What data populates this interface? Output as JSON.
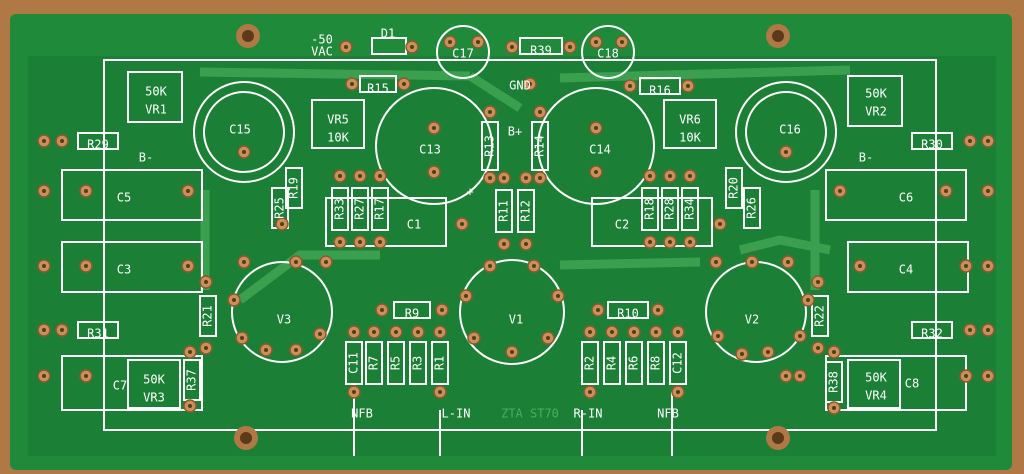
{
  "board": {
    "colors": {
      "substrate": "#b07845",
      "mask": "#1f8a3a",
      "mask_dark": "#17702e",
      "trace": "#3aa04f",
      "silkscreen": "#ffffff",
      "copper": "#c9915a"
    },
    "top_labels": {
      "vac_minus": "-50",
      "vac": "VAC",
      "d1": "D1",
      "c17": "C17",
      "r39": "R39",
      "c18": "C18",
      "gnd": "GND",
      "bplus": "B+"
    },
    "components": {
      "vr1_value": "50K",
      "vr1": "VR1",
      "vr2_value": "50K",
      "vr2": "VR2",
      "vr3_value": "50K",
      "vr3": "VR3",
      "vr4_value": "50K",
      "vr4": "VR4",
      "vr5": "VR5",
      "vr5_value": "10K",
      "vr6": "VR6",
      "vr6_value": "10K",
      "c15": "C15",
      "c16": "C16",
      "c13": "C13",
      "c14": "C14",
      "c1": "C1",
      "c2": "C2",
      "c3": "C3",
      "c4": "C4",
      "c5": "C5",
      "c6": "C6",
      "c7": "C7",
      "c8": "C8",
      "c11": "C11",
      "c12": "C12",
      "r15": "R15",
      "r16": "R16",
      "r29": "R29",
      "r30": "R30",
      "r31": "R31",
      "r32": "R32",
      "r13": "R13",
      "r14": "R14",
      "r19": "R19",
      "r20": "R20",
      "r25": "R25",
      "r26": "R26",
      "r33": "R33",
      "r27": "R27",
      "r17": "R17",
      "r18": "R18",
      "r28": "R28",
      "r34": "R34",
      "r11": "R11",
      "r12": "R12",
      "r21": "R21",
      "r22": "R22",
      "r37": "R37",
      "r38": "R38",
      "r9": "R9",
      "r10": "R10",
      "r7": "R7",
      "r5": "R5",
      "r3": "R3",
      "r1": "R1",
      "r2": "R2",
      "r4": "R4",
      "r6": "R6",
      "r8": "R8",
      "v1": "V1",
      "v2": "V2",
      "v3": "V3",
      "bminus_left": "B-",
      "bminus_right": "B-",
      "plus": "+"
    },
    "bottom_labels": {
      "nfb_left": "NFB",
      "l_in": "L-IN",
      "r_in": "R-IN",
      "nfb_right": "NFB",
      "maker": "ZTA ST70"
    }
  }
}
